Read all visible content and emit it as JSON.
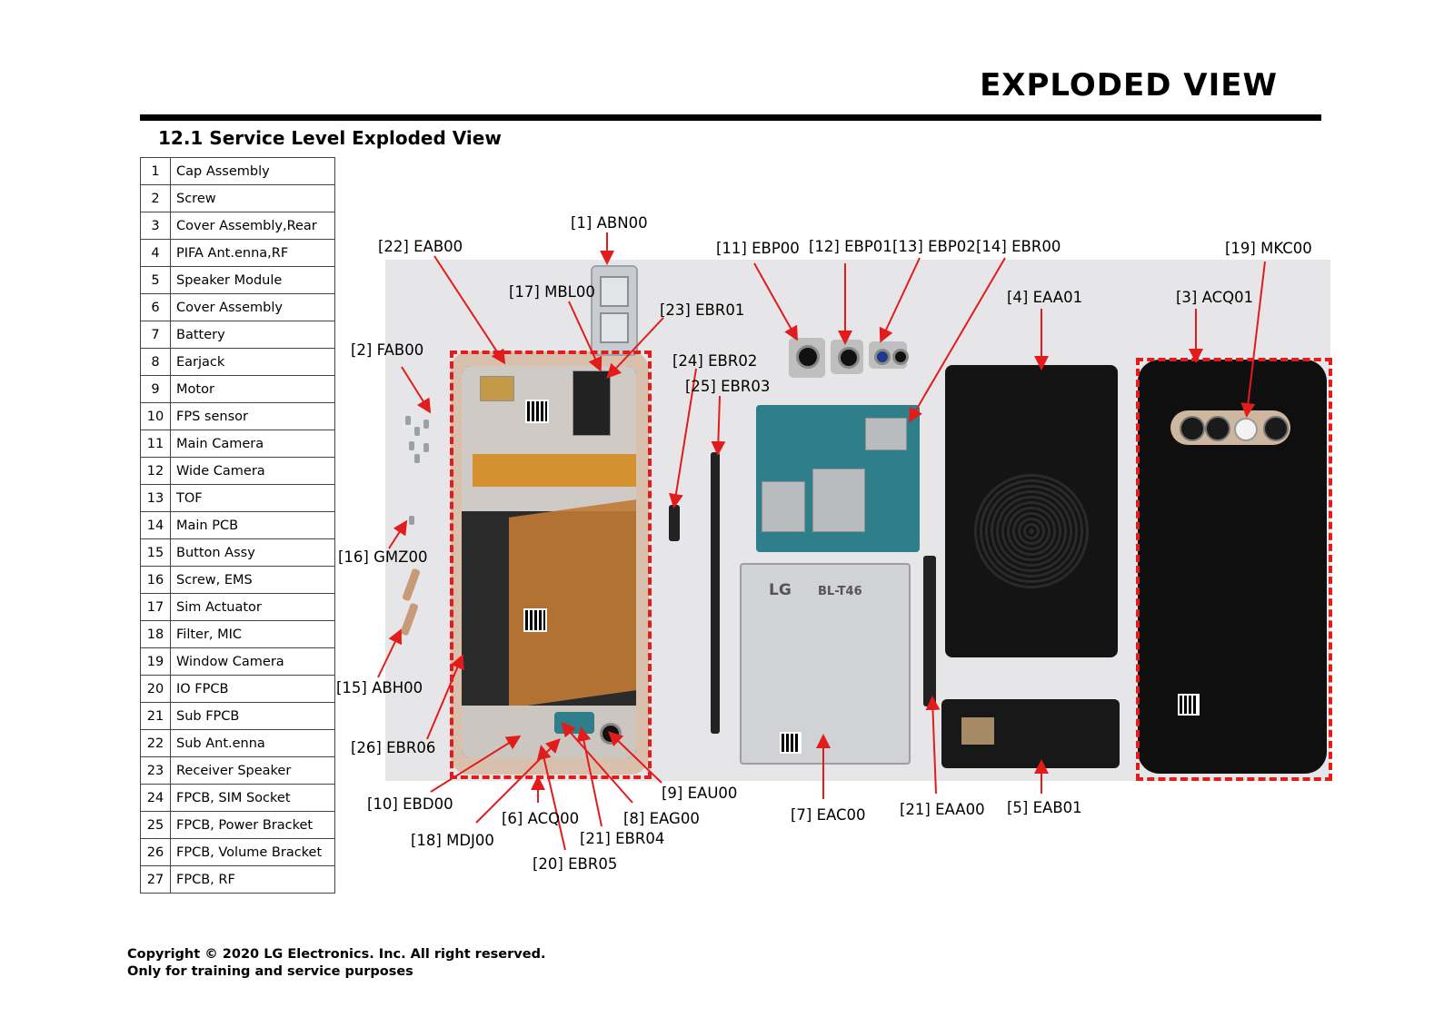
{
  "header": {
    "title": "EXPLODED  VIEW"
  },
  "section": {
    "title": "12.1 Service Level Exploded View"
  },
  "parts_table": [
    {
      "num": "1",
      "name": "Cap Assembly"
    },
    {
      "num": "2",
      "name": "Screw"
    },
    {
      "num": "3",
      "name": "Cover Assembly,Rear"
    },
    {
      "num": "4",
      "name": "PIFA Ant.enna,RF"
    },
    {
      "num": "5",
      "name": "Speaker Module"
    },
    {
      "num": "6",
      "name": "Cover Assembly"
    },
    {
      "num": "7",
      "name": "Battery"
    },
    {
      "num": "8",
      "name": "Earjack"
    },
    {
      "num": "9",
      "name": "Motor"
    },
    {
      "num": "10",
      "name": "FPS sensor"
    },
    {
      "num": "11",
      "name": "Main Camera"
    },
    {
      "num": "12",
      "name": "Wide Camera"
    },
    {
      "num": "13",
      "name": "TOF"
    },
    {
      "num": "14",
      "name": "Main PCB"
    },
    {
      "num": "15",
      "name": "Button Assy"
    },
    {
      "num": "16",
      "name": "Screw, EMS"
    },
    {
      "num": "17",
      "name": "Sim Actuator"
    },
    {
      "num": "18",
      "name": "Filter, MIC"
    },
    {
      "num": "19",
      "name": "Window Camera"
    },
    {
      "num": "20",
      "name": "IO FPCB"
    },
    {
      "num": "21",
      "name": "Sub FPCB"
    },
    {
      "num": "22",
      "name": "Sub Ant.enna"
    },
    {
      "num": "23",
      "name": "Receiver Speaker"
    },
    {
      "num": "24",
      "name": "FPCB, SIM Socket"
    },
    {
      "num": "25",
      "name": "FPCB, Power Bracket"
    },
    {
      "num": "26",
      "name": "FPCB, Volume Bracket"
    },
    {
      "num": "27",
      "name": "FPCB, RF"
    }
  ],
  "callouts": {
    "abn00": "[1] ABN00",
    "eab00": "[22] EAB00",
    "mbl00": "[17] MBL00",
    "ebr01": "[23] EBR01",
    "fab00": "[2] FAB00",
    "ebr02": "[24] EBR02",
    "ebr03": "[25] EBR03",
    "ebp00": "[11] EBP00",
    "ebp01": "[12] EBP01",
    "ebp02": "[13] EBP02",
    "ebr00": "[14] EBR00",
    "eaa01": "[4] EAA01",
    "acq01": "[3] ACQ01",
    "mkc00": "[19] MKC00",
    "gmz00": "[16] GMZ00",
    "abh00": "[15] ABH00",
    "ebr06": "[26] EBR06",
    "ebd00": "[10] EBD00",
    "eau00": "[9] EAU00",
    "acq00": "[6] ACQ00",
    "eag00": "[8] EAG00",
    "mdj00": "[18] MDJ00",
    "ebr04": "[21] EBR04",
    "ebr05": "[20] EBR05",
    "eac00": "[7] EAC00",
    "eaa00": "[21] EAA00",
    "eab01": "[5] EAB01"
  },
  "battery_print": {
    "brand": "LG",
    "model": "BL-T46"
  },
  "copyright": {
    "line1": "Copyright © 2020 LG Electronics. Inc.  All right reserved.",
    "line2": "Only for training and service purposes"
  },
  "colors": {
    "callout_red": "#e21b1b",
    "rule": "#000000"
  }
}
